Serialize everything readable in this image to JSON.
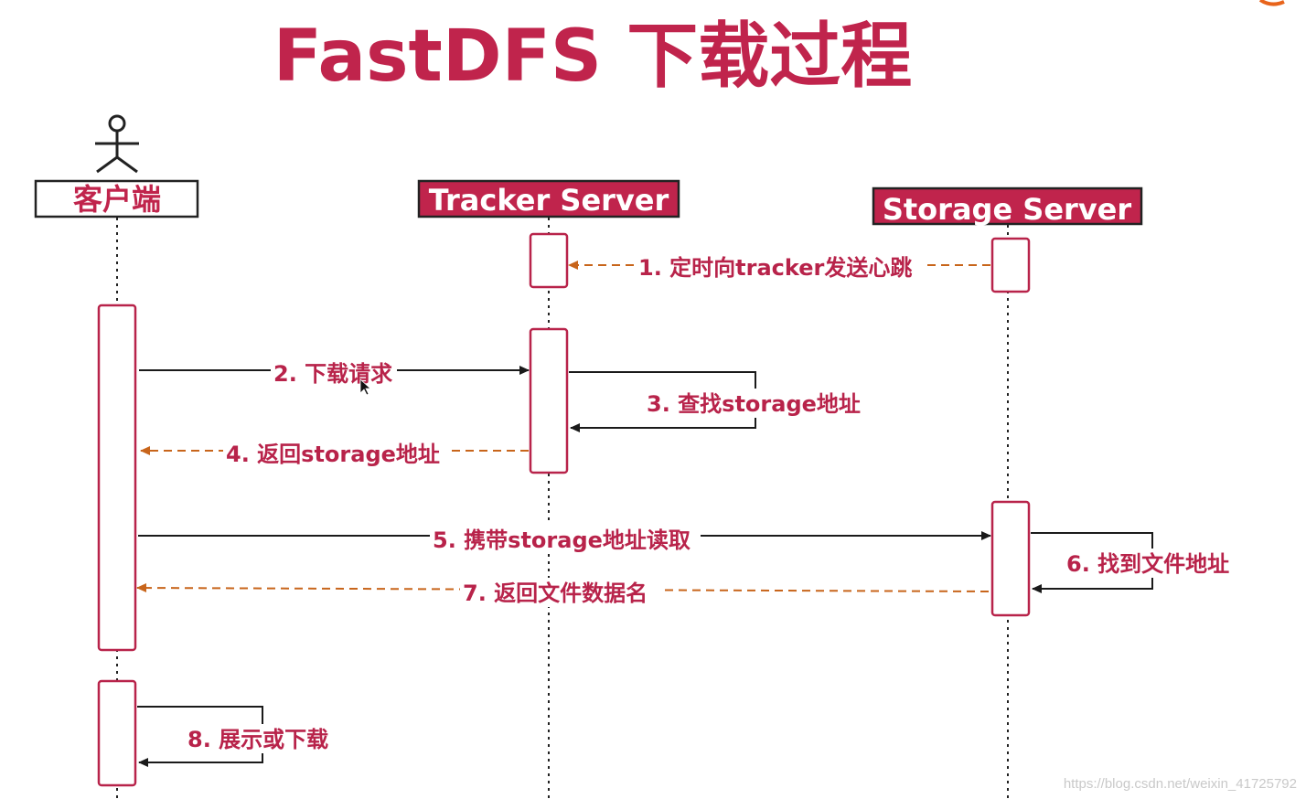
{
  "title": "FastDFS 下载过程",
  "lanes": {
    "client": "客户端",
    "tracker": "Tracker Server",
    "storage": "Storage Server"
  },
  "messages": {
    "m1": "1. 定时向tracker发送心跳",
    "m2": "2. 下载请求",
    "m3": "3. 查找storage地址",
    "m4": "4. 返回storage地址",
    "m5": "5. 携带storage地址读取",
    "m6": "6. 找到文件地址",
    "m7": "7. 返回文件数据名",
    "m8": "8. 展示或下载"
  },
  "watermark": "https://blog.csdn.net/weixin_41725792",
  "colors": {
    "accent": "#c0244c",
    "async_arrow": "#c8651b",
    "sync_arrow": "#1a1a1a"
  }
}
